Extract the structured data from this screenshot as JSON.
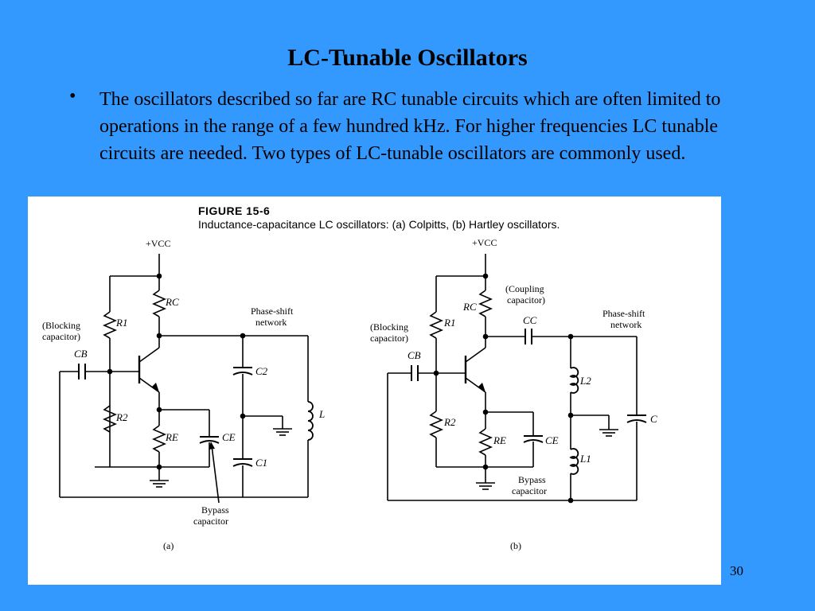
{
  "slide": {
    "title": "LC-Tunable Oscillators",
    "bullet_symbol": "•",
    "bullet_text": "The oscillators described so far are RC tunable circuits which are often limited to operations in the range of a few hundred kHz.  For higher frequencies LC tunable circuits are needed.  Two types of LC-tunable oscillators are commonly used.",
    "slide_number": "30"
  },
  "figure": {
    "number": "FIGURE 15-6",
    "caption": "Inductance-capacitance LC oscillators: (a) Colpitts, (b) Hartley oscillators.",
    "colors": {
      "slide_background": "#3399ff",
      "figure_background": "#ffffff",
      "ink": "#000000"
    },
    "circuit_a": {
      "label": "(a)",
      "vcc": "+VCC",
      "blocking_note": [
        "(Blocking",
        "capacitor)"
      ],
      "phase_shift_note": [
        "Phase-shift",
        "network"
      ],
      "bypass_note": [
        "Bypass",
        "capacitor"
      ],
      "components": {
        "cb": "CB",
        "r1": "R1",
        "r2": "R2",
        "rc": "RC",
        "re": "RE",
        "ce": "CE",
        "c2": "C2",
        "c1": "C1",
        "l": "L"
      }
    },
    "circuit_b": {
      "label": "(b)",
      "vcc": "+VCC",
      "blocking_note": [
        "(Blocking",
        "capacitor)"
      ],
      "coupling_note": [
        "(Coupling",
        "capacitor)"
      ],
      "phase_shift_note": [
        "Phase-shift",
        "network"
      ],
      "bypass_note": [
        "Bypass",
        "capacitor"
      ],
      "components": {
        "cb": "CB",
        "r1": "R1",
        "r2": "R2",
        "rc": "RC",
        "re": "RE",
        "ce": "CE",
        "cc": "CC",
        "l2": "L2",
        "l1": "L1",
        "c": "C"
      }
    }
  }
}
